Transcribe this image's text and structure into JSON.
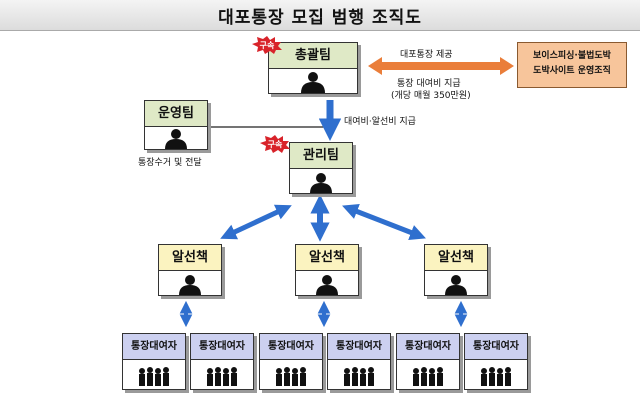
{
  "title": "대포통장 모집 범행 조직도",
  "badges": [
    "구속",
    "구속"
  ],
  "teams": {
    "head": "총괄팀",
    "ops": "운영팀",
    "mgmt": "관리팀"
  },
  "brokers": [
    "알선책",
    "알선책",
    "알선책"
  ],
  "lenders": [
    "통장대여자",
    "통장대여자",
    "통장대여자",
    "통장대여자",
    "통장대여자",
    "통장대여자"
  ],
  "labels": {
    "provide": "대포통장 제공",
    "fee_line1": "통장 대여비 지급",
    "fee_line2": "(개당 매월 350만원)",
    "fee_broker": "대여비·알선비 지급",
    "ops_note": "통장수거 및 전달"
  },
  "org": {
    "line1": "보이스피싱·불법도박",
    "line2": "도박사이트 운영조직"
  },
  "colors": {
    "arrow_blue": "#2f6fce",
    "arrow_orange": "#ea7e3a",
    "badge_red": "#d8232a"
  }
}
